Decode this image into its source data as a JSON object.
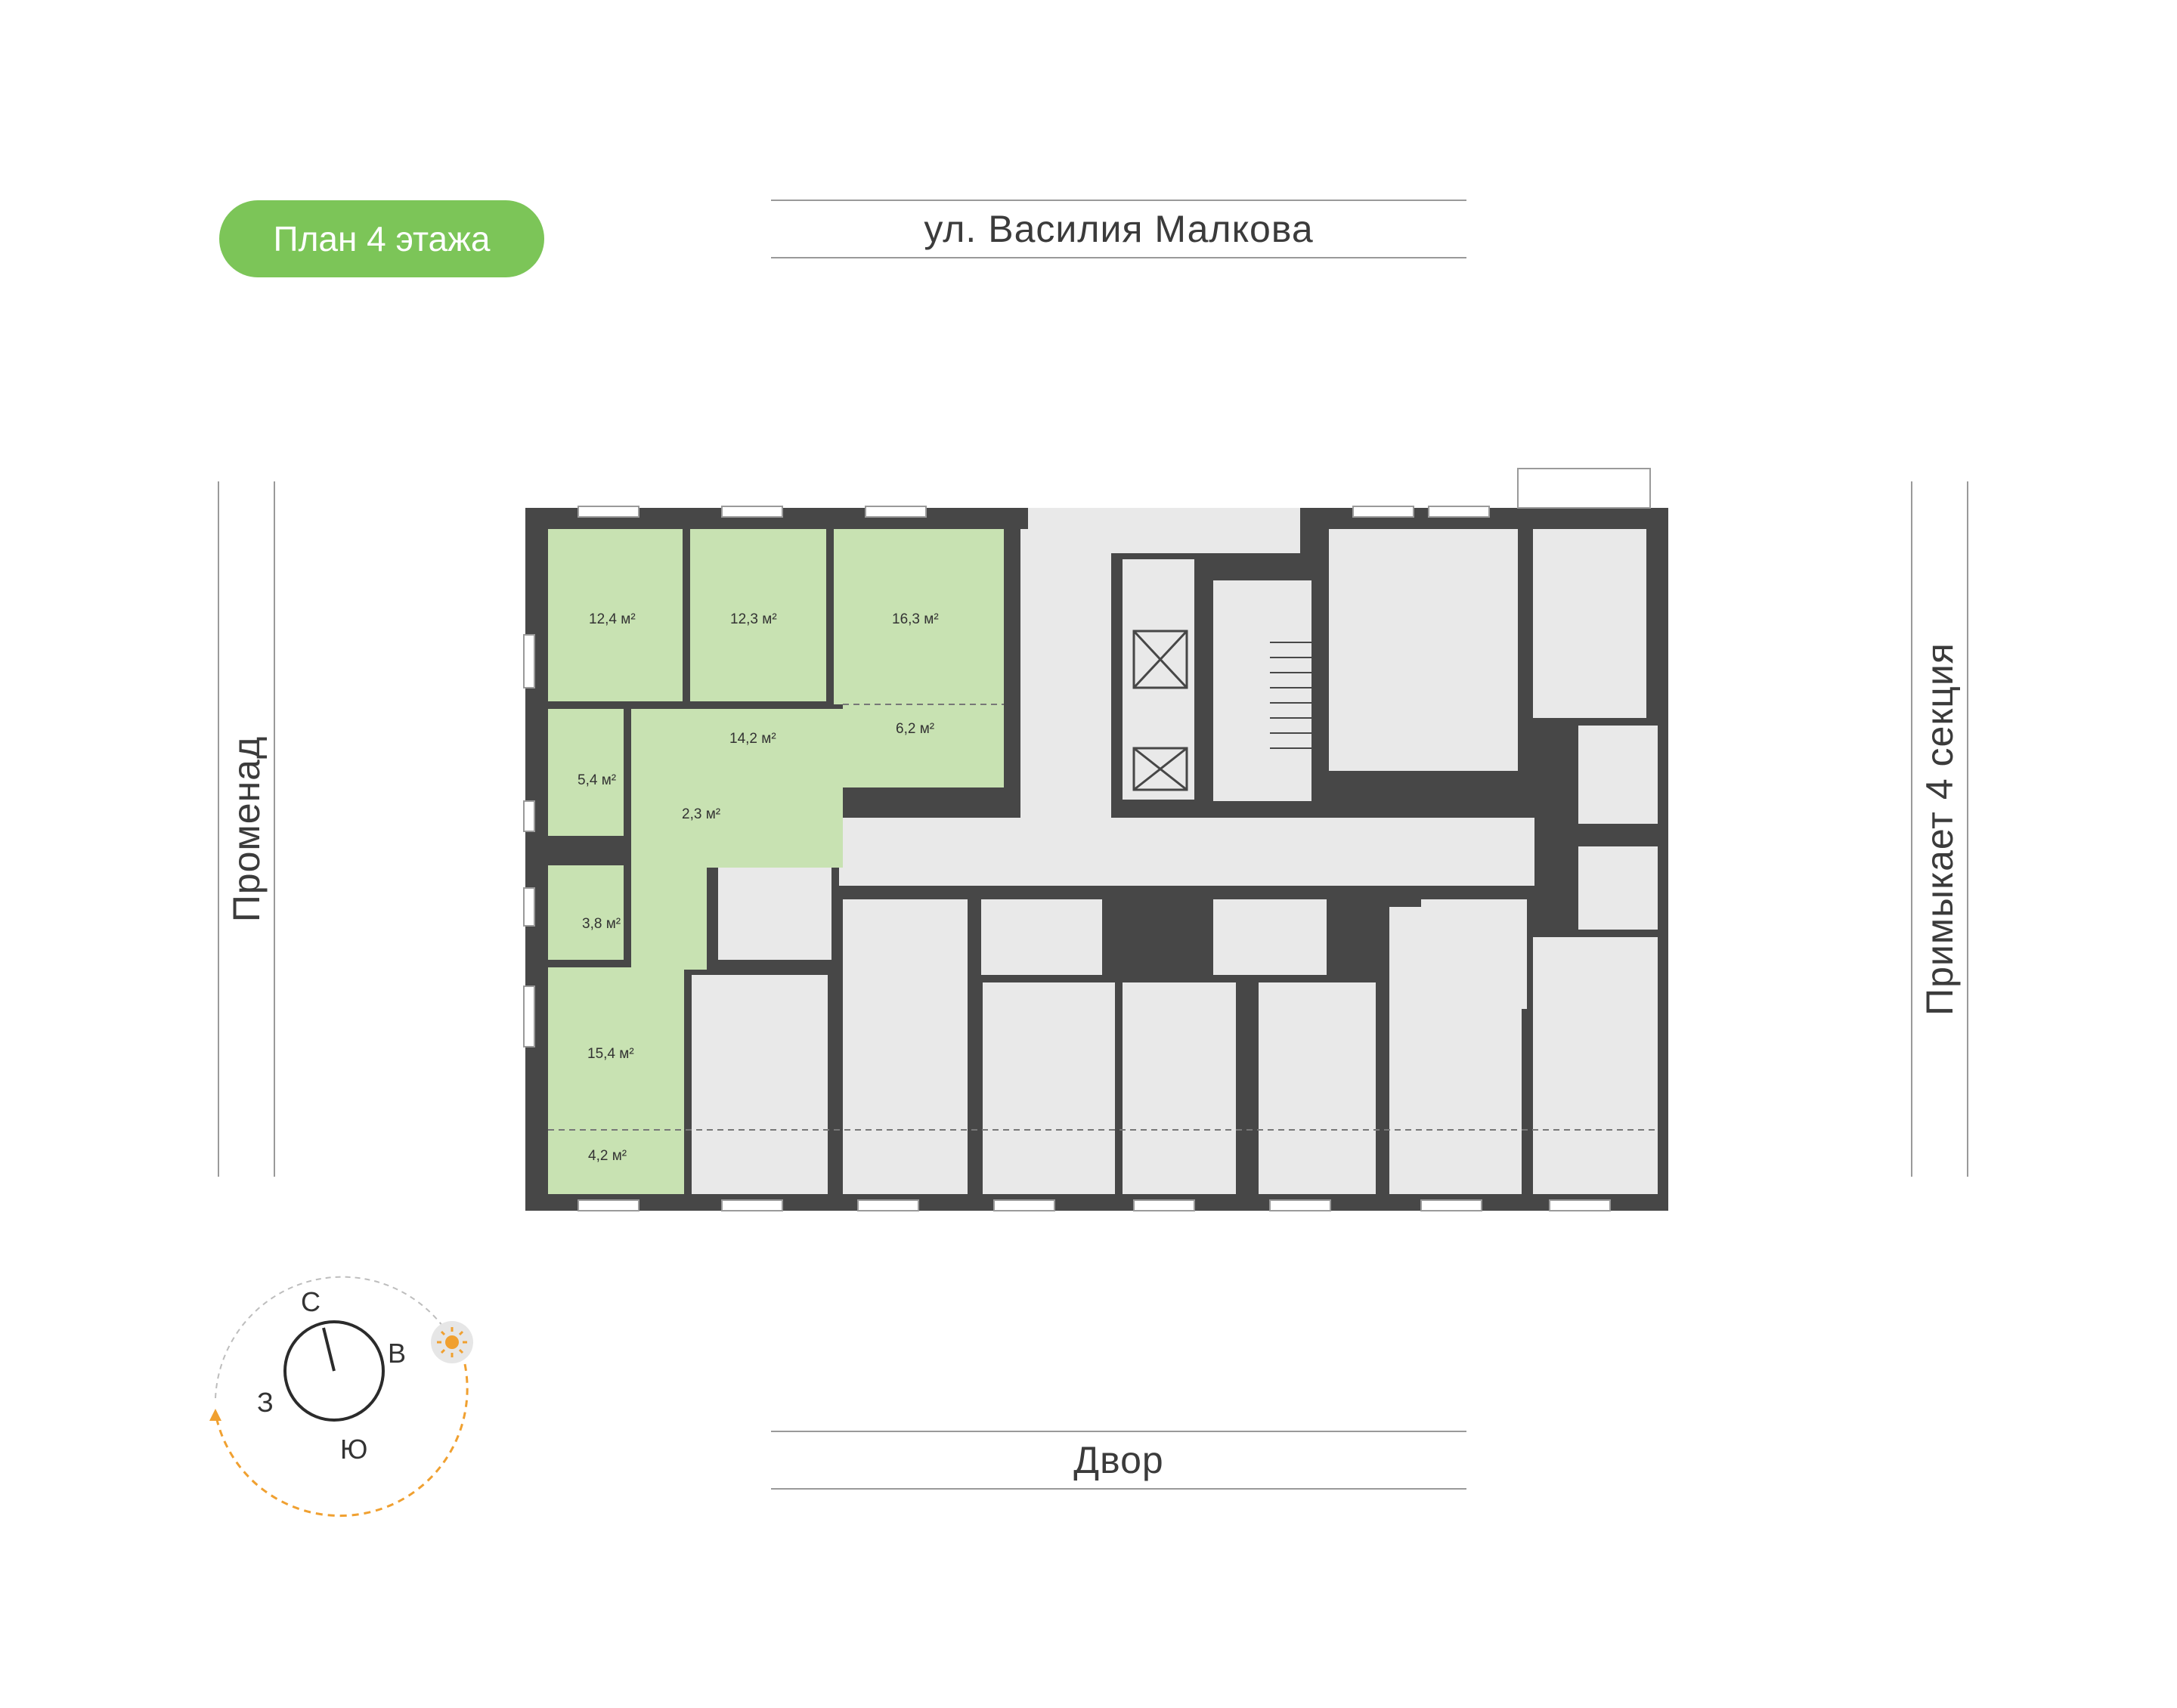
{
  "floor_badge": {
    "label": "План 4 этажа",
    "color": "#7cc558"
  },
  "streets": {
    "top": "ул. Василия Малкова",
    "bottom": "Двор",
    "left": "Променад",
    "right": "Примыкает 4 секция"
  },
  "colors": {
    "wall": "#474747",
    "apartment_fill": "#c8e2b2",
    "other_fill": "#e9e9e9",
    "sun_path": "#f0a030"
  },
  "rooms": {
    "bedroom_1": "12,4 м²",
    "bedroom_2": "12,3 м²",
    "living": "16,3 м²",
    "hall": "14,2 м²",
    "kitchen": "6,2 м²",
    "bath_1": "5,4 м²",
    "storage": "2,3 м²",
    "bath_2": "3,8 м²",
    "bedroom_3": "15,4 м²",
    "loggia": "4,2 м²"
  },
  "compass": {
    "north": "С",
    "east": "В",
    "south": "Ю",
    "west": "З",
    "sun_icon": "sun-icon"
  }
}
